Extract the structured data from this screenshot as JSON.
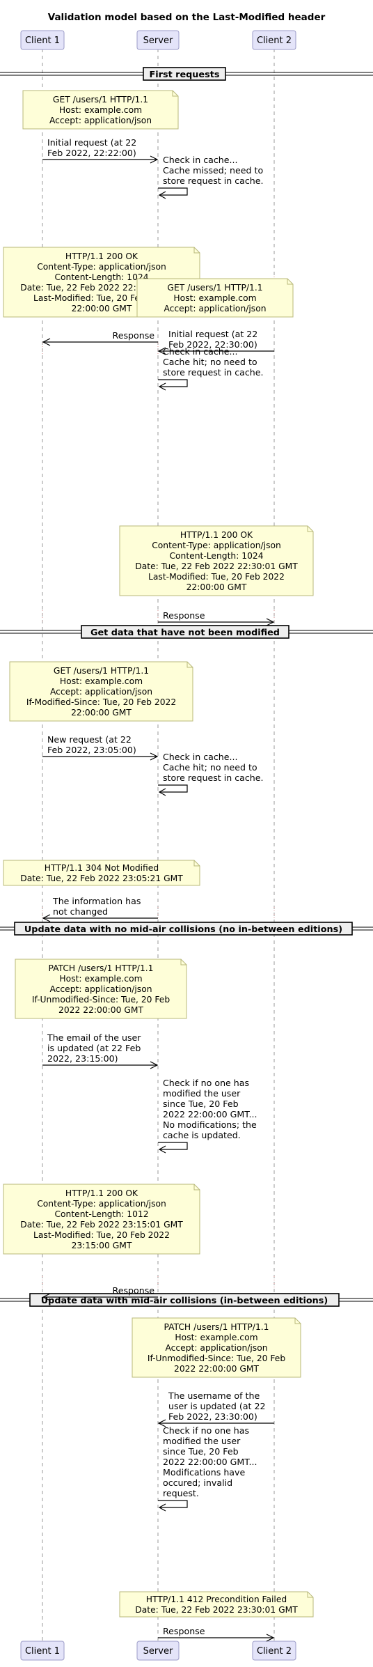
{
  "title": "Validation model based on the Last-Modified header",
  "participants": [
    {
      "id": "c1",
      "label": "Client 1"
    },
    {
      "id": "srv",
      "label": "Server"
    },
    {
      "id": "c2",
      "label": "Client 2"
    }
  ],
  "sections": [
    "First requests",
    "Get data that have not been modified",
    "Update data with no mid-air collisions (no in-between editions)",
    "Update data with mid-air collisions (in-between editions)"
  ],
  "notes": [
    [
      "GET /users/1 HTTP/1.1",
      "Host: example.com",
      "Accept: application/json"
    ],
    [
      "HTTP/1.1 200 OK",
      "Content-Type: application/json",
      "Content-Length: 1024",
      "Date: Tue, 22 Feb 2022 22:22:02 GMT",
      "Last-Modified: Tue, 20 Feb 2022",
      "22:00:00 GMT"
    ],
    [
      "GET /users/1 HTTP/1.1",
      "Host: example.com",
      "Accept: application/json"
    ],
    [
      "HTTP/1.1 200 OK",
      "Content-Type: application/json",
      "Content-Length: 1024",
      "Date: Tue, 22 Feb 2022 22:30:01 GMT",
      "Last-Modified: Tue, 20 Feb 2022",
      "22:00:00 GMT"
    ],
    [
      "GET /users/1 HTTP/1.1",
      "Host: example.com",
      "Accept: application/json",
      "If-Modified-Since: Tue, 20 Feb 2022",
      "22:00:00 GMT"
    ],
    [
      "HTTP/1.1 304 Not Modified",
      "Date: Tue, 22 Feb 2022 23:05:21 GMT"
    ],
    [
      "PATCH /users/1 HTTP/1.1",
      "Host: example.com",
      "Accept: application/json",
      "If-Unmodified-Since: Tue, 20 Feb",
      "2022 22:00:00 GMT"
    ],
    [
      "HTTP/1.1 200 OK",
      "Content-Type: application/json",
      "Content-Length: 1012",
      "Date: Tue, 22 Feb 2022 23:15:01 GMT",
      "Last-Modified: Tue, 20 Feb 2022",
      "23:15:00 GMT"
    ],
    [
      "PATCH /users/1 HTTP/1.1",
      "Host: example.com",
      "Accept: application/json",
      "If-Unmodified-Since: Tue, 20 Feb",
      "2022 22:00:00 GMT"
    ],
    [
      "HTTP/1.1 412 Precondition Failed",
      "Date: Tue, 22 Feb 2022 23:30:01 GMT"
    ]
  ],
  "messages": [
    {
      "from": "c1",
      "to": "srv",
      "lines": [
        "Initial request (at 22",
        "Feb 2022, 22:22:00)"
      ]
    },
    {
      "from": "srv",
      "to": "srv",
      "lines": [
        "Check in cache...",
        "Cache missed; need to",
        "store request in cache."
      ]
    },
    {
      "from": "srv",
      "to": "c1",
      "lines": [
        "Response"
      ]
    },
    {
      "from": "c2",
      "to": "srv",
      "lines": [
        "Initial request (at 22",
        "Feb 2022, 22:30:00)"
      ]
    },
    {
      "from": "srv",
      "to": "srv",
      "lines": [
        "Check in cache...",
        "Cache hit; no need to",
        "store request in cache."
      ]
    },
    {
      "from": "srv",
      "to": "c2",
      "lines": [
        "Response"
      ]
    },
    {
      "from": "c1",
      "to": "srv",
      "lines": [
        "New request (at 22",
        "Feb 2022, 23:05:00)"
      ]
    },
    {
      "from": "srv",
      "to": "srv",
      "lines": [
        "Check in cache...",
        "Cache hit; no need to",
        "store request in cache."
      ]
    },
    {
      "from": "srv",
      "to": "c1",
      "lines": [
        "The information has",
        "not changed"
      ]
    },
    {
      "from": "c1",
      "to": "srv",
      "lines": [
        "The email of the user",
        "is updated (at 22 Feb",
        "2022, 23:15:00)"
      ]
    },
    {
      "from": "srv",
      "to": "srv",
      "lines": [
        "Check if no one has",
        "modified the user",
        "since Tue, 20 Feb",
        "2022 22:00:00 GMT...",
        "No modifications; the",
        "cache is updated."
      ]
    },
    {
      "from": "srv",
      "to": "c1",
      "lines": [
        "Response"
      ]
    },
    {
      "from": "c2",
      "to": "srv",
      "lines": [
        "The username of the",
        "user is updated (at 22",
        "Feb 2022, 23:30:00)"
      ]
    },
    {
      "from": "srv",
      "to": "srv",
      "lines": [
        "Check if no one has",
        "modified the user",
        "since Tue, 20 Feb",
        "2022 22:00:00 GMT...",
        "Modifications have",
        "occured; invalid",
        "request."
      ]
    },
    {
      "from": "srv",
      "to": "c2",
      "lines": [
        "Response"
      ]
    }
  ]
}
